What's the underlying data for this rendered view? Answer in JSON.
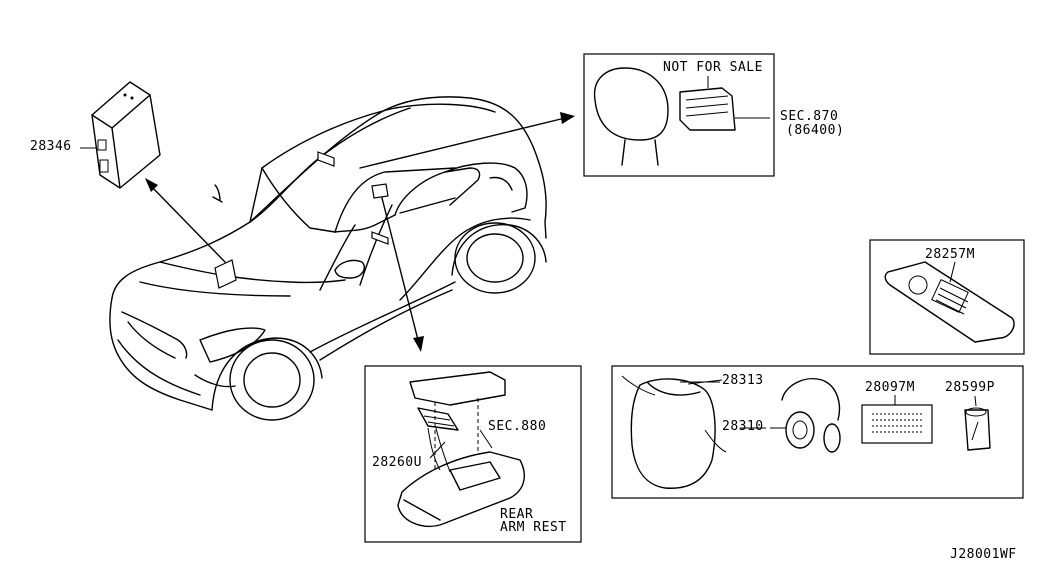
{
  "parts": {
    "p28346": "28346",
    "p28257M": "28257M",
    "p28260U": "28260U",
    "p28313": "28313",
    "p28310": "28310",
    "p28097M": "28097M",
    "p28599P": "28599P"
  },
  "references": {
    "not_for_sale": "NOT FOR SALE",
    "sec870": "SEC.870",
    "sec870_sub": "(86400)",
    "sec880": "SEC.880",
    "rear": "REAR",
    "arm_rest": "ARM REST"
  },
  "diagram_code": "J28001WF"
}
